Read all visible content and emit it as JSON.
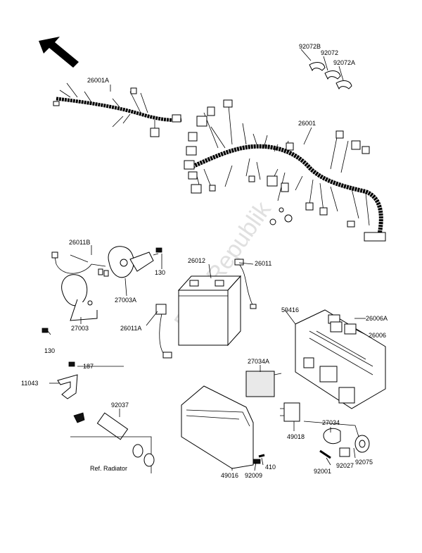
{
  "watermark": "PartsRepublik",
  "labels": {
    "26001A": "26001A",
    "26001": "26001",
    "92072B": "92072B",
    "92072": "92072",
    "92072A": "92072A",
    "26011B": "26011B",
    "130a": "130",
    "130b": "130",
    "27003A": "27003A",
    "27003": "27003",
    "26012": "26012",
    "26011": "26011",
    "26011A": "26011A",
    "59416": "59416",
    "26006A": "26006A",
    "26006": "26006",
    "27034A": "27034A",
    "187": "187",
    "11043": "11043",
    "92037": "92037",
    "ref_radiator": "Ref. Radiator",
    "49018": "49018",
    "27034": "27034",
    "92075": "92075",
    "92027": "92027",
    "92001": "92001",
    "410": "410",
    "92009": "92009",
    "49016": "49016"
  }
}
